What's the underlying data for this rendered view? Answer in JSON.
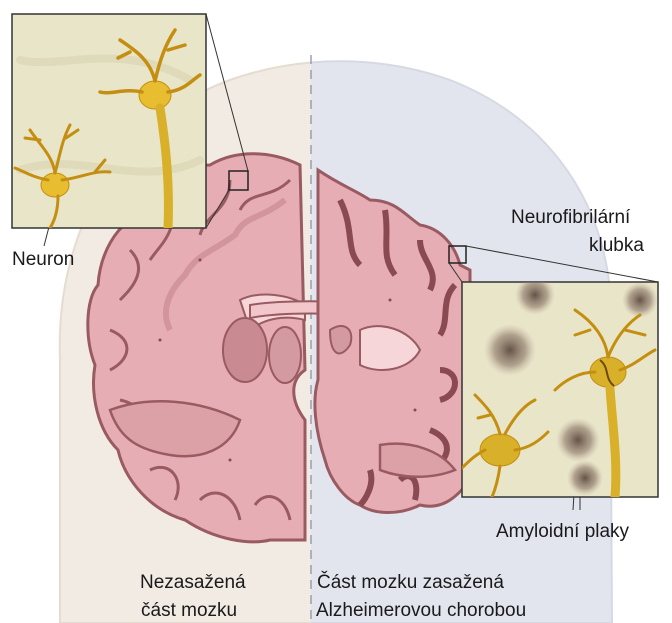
{
  "labels": {
    "neuron": "Neuron",
    "tangles_line1": "Neurofibrilární",
    "tangles_line2": "klubka",
    "plaques": "Amyloidní plaky",
    "healthy_line1": "Nezasažená",
    "healthy_line2": "část mozku",
    "affected_line1": "Část mozku zasažená",
    "affected_line2": "Alzheimerovou chorobou"
  },
  "colors": {
    "head_healthy": "#f1ebe3",
    "head_affected": "#e3e5ee",
    "brain_fill": "#e6aeb4",
    "brain_stroke": "#9a5a62",
    "brain_dark": "#c98a92",
    "neuron_gold": "#d9b02a",
    "plaque": "#7a6a60",
    "inset_bg": "#e9e5c9",
    "divider": "#9aa0ad"
  },
  "icons": [
    "healthy-neuron-inset",
    "diseased-neuron-inset",
    "amyloid-plaque-icon"
  ]
}
